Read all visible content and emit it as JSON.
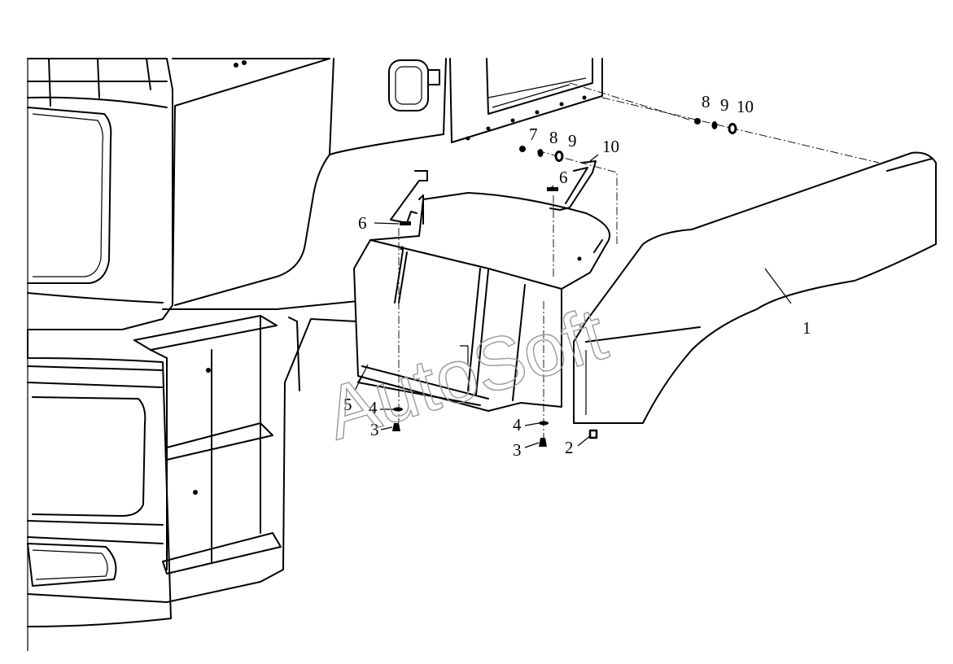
{
  "diagram": {
    "watermark": "AutoSoft",
    "callouts": [
      {
        "id": "c1",
        "label": "1"
      },
      {
        "id": "c2",
        "label": "2"
      },
      {
        "id": "c3a",
        "label": "3"
      },
      {
        "id": "c3b",
        "label": "3"
      },
      {
        "id": "c4a",
        "label": "4"
      },
      {
        "id": "c4b",
        "label": "4"
      },
      {
        "id": "c5",
        "label": "5"
      },
      {
        "id": "c6a",
        "label": "6"
      },
      {
        "id": "c6b",
        "label": "6"
      },
      {
        "id": "c7",
        "label": "7"
      },
      {
        "id": "c8a",
        "label": "8"
      },
      {
        "id": "c8b",
        "label": "8"
      },
      {
        "id": "c9a",
        "label": "9"
      },
      {
        "id": "c9b",
        "label": "9"
      },
      {
        "id": "c10a",
        "label": "10"
      },
      {
        "id": "c10b",
        "label": "10"
      }
    ]
  }
}
